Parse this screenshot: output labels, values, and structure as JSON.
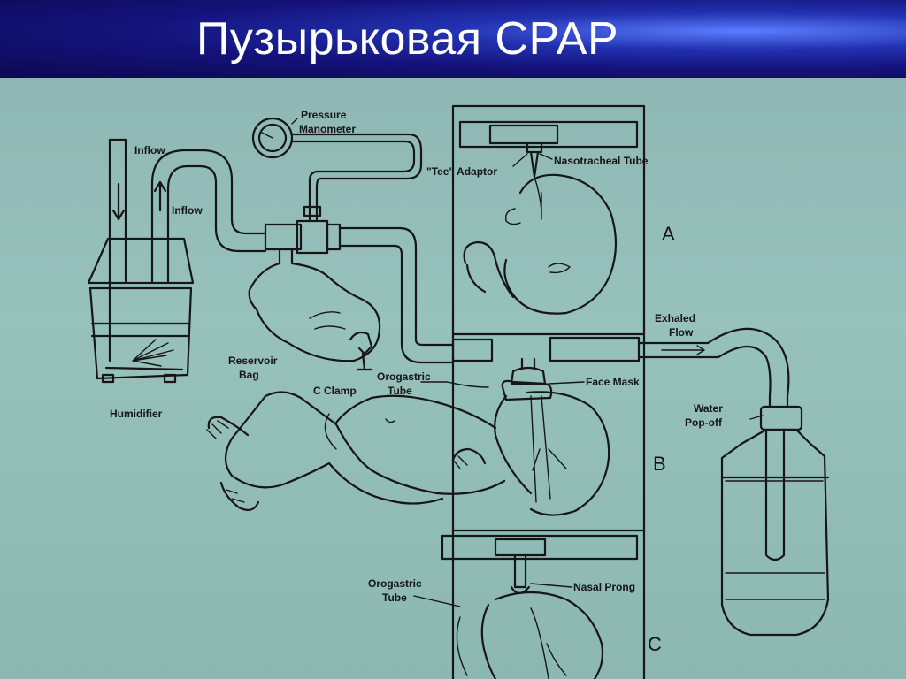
{
  "slide": {
    "title": "Пузырьковая CPAP"
  },
  "diagram": {
    "labels": {
      "inflow_1": "Inflow",
      "inflow_2": "Inflow",
      "pressure_manometer_1": "Pressure",
      "pressure_manometer_2": "Manometer",
      "tee_adaptor": "\"Tee\" Adaptor",
      "nasotracheal_tube": "Nasotracheal Tube",
      "panel_a": "A",
      "exhaled_flow_1": "Exhaled",
      "exhaled_flow_2": "Flow",
      "reservoir_bag_1": "Reservoir",
      "reservoir_bag_2": "Bag",
      "c_clamp": "C Clamp",
      "orogastric_tube_1a": "Orogastric",
      "orogastric_tube_1b": "Tube",
      "face_mask": "Face Mask",
      "humidifier": "Humidifier",
      "water_popoff_1": "Water",
      "water_popoff_2": "Pop-off",
      "panel_b": "B",
      "orogastric_tube_2a": "Orogastric",
      "orogastric_tube_2b": "Tube",
      "nasal_prong": "Nasal Prong",
      "panel_c": "C"
    }
  }
}
